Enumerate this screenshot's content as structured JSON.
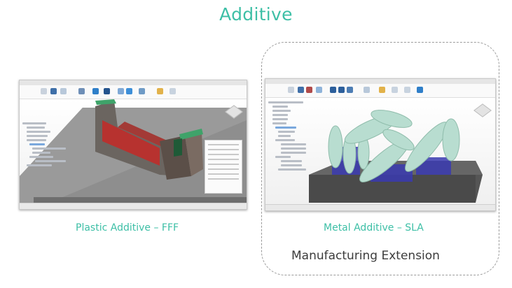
{
  "slide": {
    "title": "Additive",
    "accent_color": "#3dbfa6",
    "panels": [
      {
        "caption": "Plastic Additive – FFF",
        "image_description": "Fusion 360 additive manufacturing workspace showing an FFF print setup: a part with red inner faces and green highlighted edges sitting on a grey build plate"
      },
      {
        "caption": "Metal Additive – SLA",
        "image_description": "Fusion 360 additive manufacturing workspace showing multiple light-green metal parts with blue support structures on a dark grey build platform"
      }
    ],
    "extension_group": {
      "label": "Manufacturing Extension"
    }
  }
}
